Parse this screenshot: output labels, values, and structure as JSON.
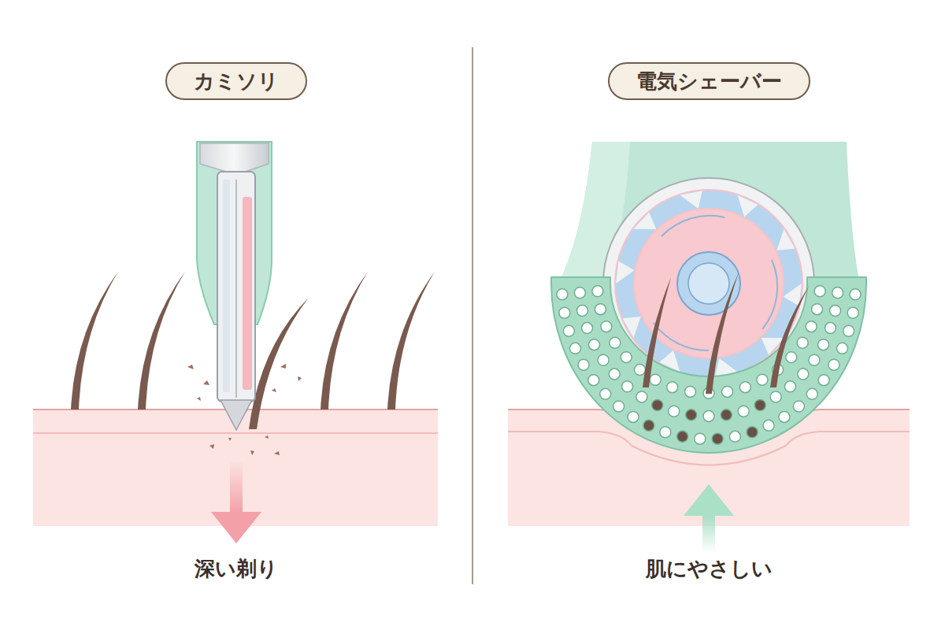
{
  "diagram": {
    "nodes": [
      {
        "text": [
          "カミソリ"
        ]
      },
      {
        "text": [
          "電気シェーバー"
        ]
      }
    ],
    "labels": [
      "深い剃り",
      "肌にやさしい"
    ]
  }
}
